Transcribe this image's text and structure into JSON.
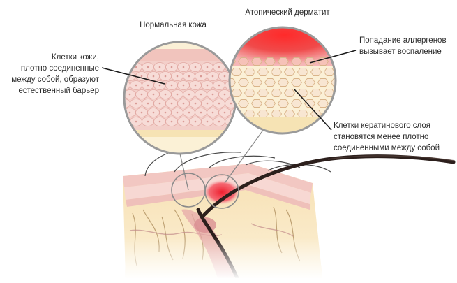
{
  "titles": {
    "normal": "Нормальная кожа",
    "atopic": "Атопический дерматит"
  },
  "annotations": {
    "normal_cells": [
      "Клетки кожи,",
      "плотно соединенные",
      "между собой, образуют",
      "естественный барьер"
    ],
    "allergens": [
      "Попадание аллергенов",
      "вызывает воспаление"
    ],
    "keratin": [
      "Клетки кератинового слоя",
      "становятся менее плотно",
      "соединенными между собой"
    ]
  },
  "colors": {
    "skin_pink": "#f3c6c2",
    "tissue_yellow": "#f4e2b4",
    "inflammation_red": "#e8192c",
    "lens_border": "#9a9a9a",
    "leader_line": "#1a1a1a",
    "hair": "#2c1f1c"
  },
  "icons": {
    "normal_lens": "magnified-normal-skin-icon",
    "atopic_lens": "magnified-atopic-skin-icon"
  }
}
